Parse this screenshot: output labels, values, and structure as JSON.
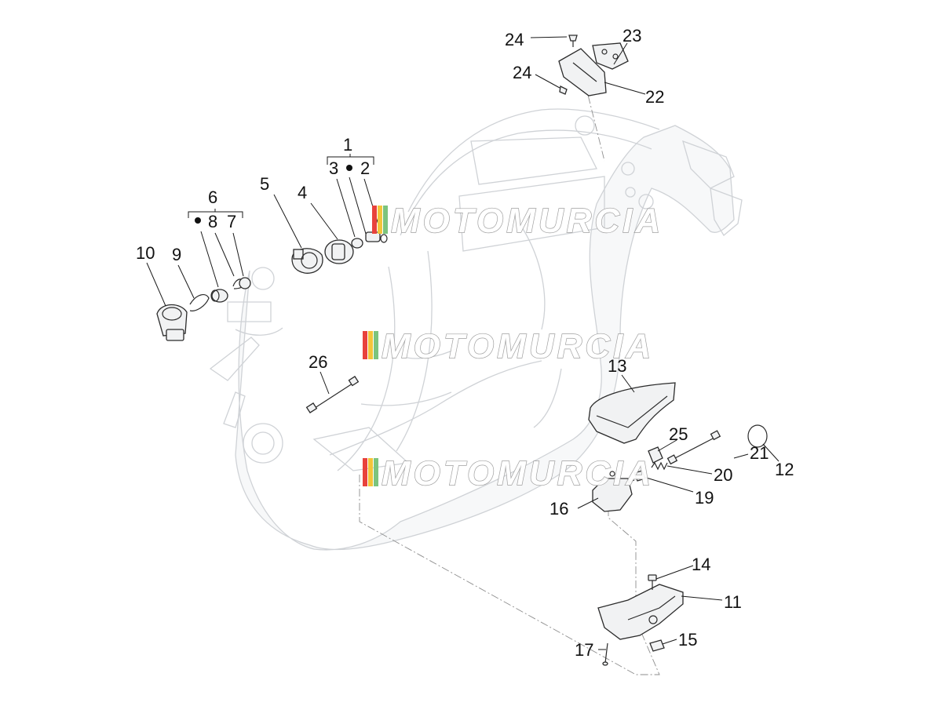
{
  "watermark": {
    "text": "MOTOMURCIA"
  },
  "callouts": {
    "c1": "1",
    "c2": "2",
    "c3": "3",
    "c4": "4",
    "c5": "5",
    "c6": "6",
    "c7": "7",
    "c8": "8",
    "c9": "9",
    "c10": "10",
    "c11": "11",
    "c12": "12",
    "c13": "13",
    "c14": "14",
    "c15": "15",
    "c16": "16",
    "c17": "17",
    "c19": "19",
    "c20": "20",
    "c21": "21",
    "c22": "22",
    "c23": "23",
    "c24a": "24",
    "c24b": "24",
    "c25": "25",
    "c26": "26"
  },
  "colors": {
    "frame": "#cfd2d6",
    "part_outline": "#2b2b2b",
    "watermark_red": "#e8423c",
    "watermark_yellow": "#f3c53a",
    "watermark_green": "#7cc47d"
  }
}
